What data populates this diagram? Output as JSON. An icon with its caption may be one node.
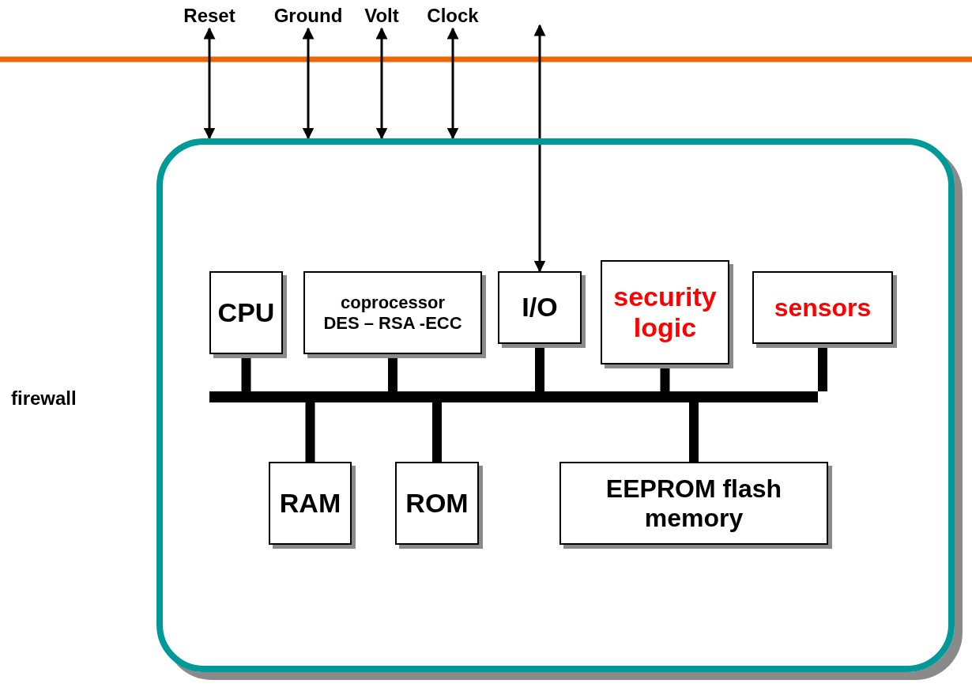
{
  "diagram": {
    "nodes": [
      {
        "text": [
          "Reset"
        ]
      },
      {
        "text": [
          "Ground"
        ]
      },
      {
        "text": [
          "Volt"
        ]
      },
      {
        "text": [
          "Clock"
        ]
      },
      {
        "text": [],
        "shape": "box"
      },
      {
        "text": [
          "CPU"
        ],
        "in": 4
      },
      {
        "text": [
          "coprocessor",
          "DES – RSA -ECC"
        ],
        "in": 4
      },
      {
        "text": [
          "I/O"
        ],
        "in": 4
      },
      {
        "text": [
          "security logic"
        ],
        "in": 4
      },
      {
        "text": [
          "sensors"
        ],
        "in": 4
      },
      {
        "text": [],
        "shape": "bar",
        "in": 4
      },
      {
        "text": [
          "RAM"
        ],
        "in": 4
      },
      {
        "text": [
          "ROM"
        ],
        "in": 4
      },
      {
        "text": [
          "EEPROM flash memory"
        ],
        "in": 4
      }
    ],
    "edges": [
      {
        "from": 0,
        "to": 4,
        "arrow": "both"
      },
      {
        "from": 1,
        "to": 4,
        "arrow": "both"
      },
      {
        "from": 2,
        "to": 4,
        "arrow": "both"
      },
      {
        "from": 3,
        "to": 4,
        "arrow": "both"
      },
      {
        "from": null,
        "to": 7,
        "arrow": "both"
      },
      {
        "from": 5,
        "to": 10,
        "arrow": "none"
      },
      {
        "from": 6,
        "to": 10,
        "arrow": "none"
      },
      {
        "from": 7,
        "to": 10,
        "arrow": "none"
      },
      {
        "from": 8,
        "to": 10,
        "arrow": "none"
      },
      {
        "from": 9,
        "to": 10,
        "arrow": "none"
      },
      {
        "from": 11,
        "to": 10,
        "arrow": "none"
      },
      {
        "from": 12,
        "to": 10,
        "arrow": "none"
      },
      {
        "from": 13,
        "to": 10,
        "arrow": "none"
      }
    ],
    "labels": [
      "firewall"
    ]
  }
}
